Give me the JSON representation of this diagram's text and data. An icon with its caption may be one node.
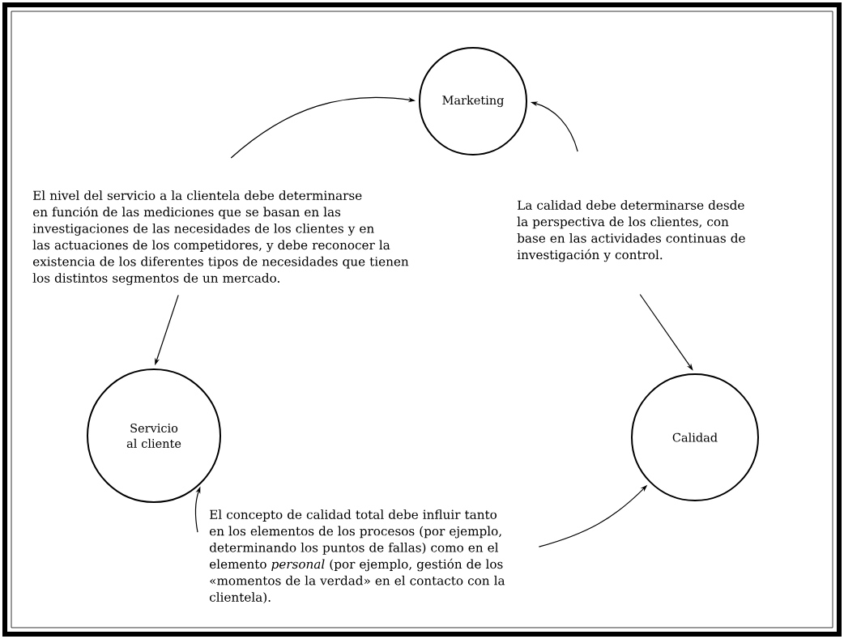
{
  "diagram": {
    "nodes": [
      {
        "text": [
          "Marketing"
        ]
      },
      {
        "text": [
          "El nivel del servicio a la clientela debe determinarse en función de las mediciones que se basan en las investigaciones de las necesidades de los clientes y en las actuaciones de los competidores, y debe reconocer la existencia de los diferentes tipos de necesidades que tienen los distintos segmentos de un mercado."
        ]
      },
      {
        "text": [
          "La calidad debe determinarse desde la perspectiva de los clientes, con base en las actividades continuas de investigación y control."
        ]
      },
      {
        "text": [
          "Servicio al cliente"
        ]
      },
      {
        "text": [
          "Calidad"
        ]
      },
      {
        "text": [
          "El concepto de calidad total debe influir tanto en los elementos de los procesos (por ejemplo, determinando los puntos de fallas) como en el elemento *personal* (por ejemplo, gestión de los «momentos de la verdad» en el contacto con la clientela)."
        ]
      }
    ],
    "edges": [
      {
        "from": 1,
        "to": 0,
        "arrow": "to"
      },
      {
        "from": 1,
        "to": 3,
        "arrow": "to"
      },
      {
        "from": 2,
        "to": 0,
        "arrow": "to"
      },
      {
        "from": 2,
        "to": 4,
        "arrow": "to"
      },
      {
        "from": 5,
        "to": 3,
        "arrow": "to"
      },
      {
        "from": 5,
        "to": 4,
        "arrow": "to"
      }
    ]
  }
}
